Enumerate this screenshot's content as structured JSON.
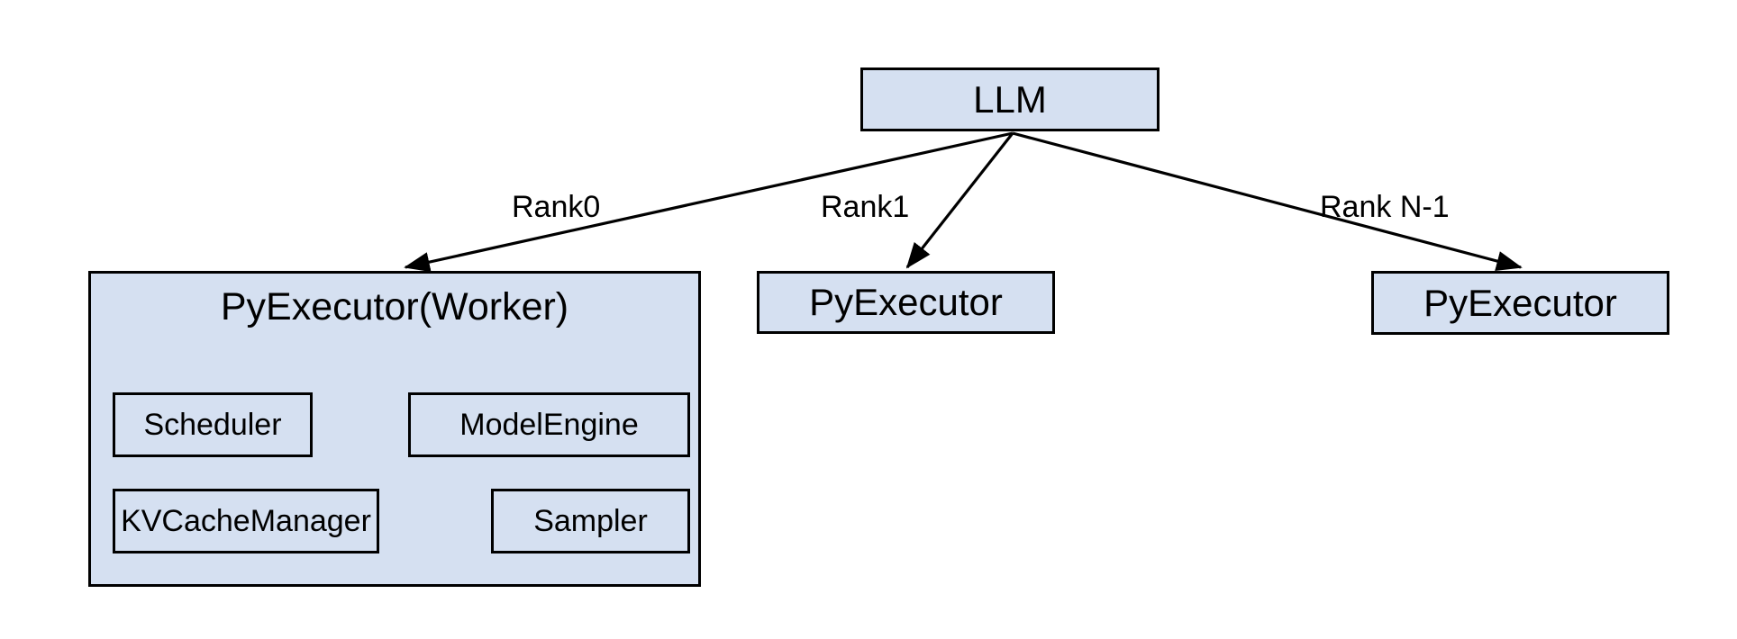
{
  "diagram": {
    "title_node": {
      "label": "LLM"
    },
    "colors": {
      "node_fill": "#d5e0f1",
      "node_stroke": "#000000",
      "edge_stroke": "#000000",
      "background": "#ffffff"
    },
    "nodes": [
      {
        "id": "llm",
        "label": "LLM"
      },
      {
        "id": "worker",
        "label": "PyExecutor(Worker)"
      },
      {
        "id": "exec-mid",
        "label": "PyExecutor"
      },
      {
        "id": "exec-right",
        "label": "PyExecutor"
      }
    ],
    "worker_children": [
      {
        "id": "scheduler",
        "label": "Scheduler"
      },
      {
        "id": "modelengine",
        "label": "ModelEngine"
      },
      {
        "id": "kvcachemanager",
        "label": "KVCacheManager"
      },
      {
        "id": "sampler",
        "label": "Sampler"
      }
    ],
    "edges": [
      {
        "id": "edge-0",
        "from": "llm",
        "to": "worker",
        "label": "Rank0"
      },
      {
        "id": "edge-1",
        "from": "llm",
        "to": "exec-mid",
        "label": "Rank1"
      },
      {
        "id": "edge-n1",
        "from": "llm",
        "to": "exec-right",
        "label": "Rank N-1"
      }
    ]
  }
}
